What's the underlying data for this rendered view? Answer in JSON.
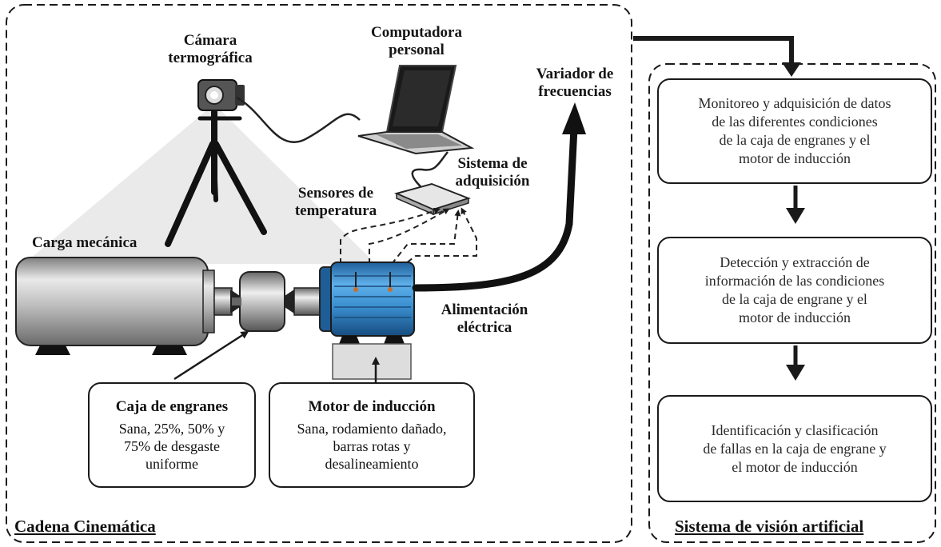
{
  "labels": {
    "camara": [
      "Cámara",
      "termográfica"
    ],
    "computadora": [
      "Computadora",
      "personal"
    ],
    "variador": [
      "Variador de",
      "frecuencias"
    ],
    "sistema_adq": [
      "Sistema de",
      "adquisición"
    ],
    "sensores": [
      "Sensores de",
      "temperatura"
    ],
    "carga": "Carga mecánica",
    "alimentacion": [
      "Alimentación",
      "eléctrica"
    ]
  },
  "caja_box": {
    "title": "Caja de engranes",
    "lines": [
      "Sana, 25%, 50% y",
      "75% de desgaste",
      "uniforme"
    ]
  },
  "motor_box": {
    "title": "Motor de inducción",
    "lines": [
      "Sana, rodamiento dañado,",
      "barras rotas y",
      "desalineamiento"
    ]
  },
  "steps": [
    [
      "Monitoreo y adquisición de datos",
      "de las diferentes condiciones",
      "de la caja de engranes y el",
      "motor de inducción"
    ],
    [
      "Detección y extracción de",
      "información de las condiciones",
      "de la caja de engrane y el",
      "motor de inducción"
    ],
    [
      "Identificación y clasificación",
      "de fallas en la caja de engrane y",
      "el motor de inducción"
    ]
  ],
  "frame_titles": {
    "left": "Cadena Cinemática",
    "right": "Sistema de visión artificial"
  },
  "colors": {
    "motor": "#2f86c9",
    "gray_body": "#a9a9a9",
    "line": "#1a1a1a"
  }
}
